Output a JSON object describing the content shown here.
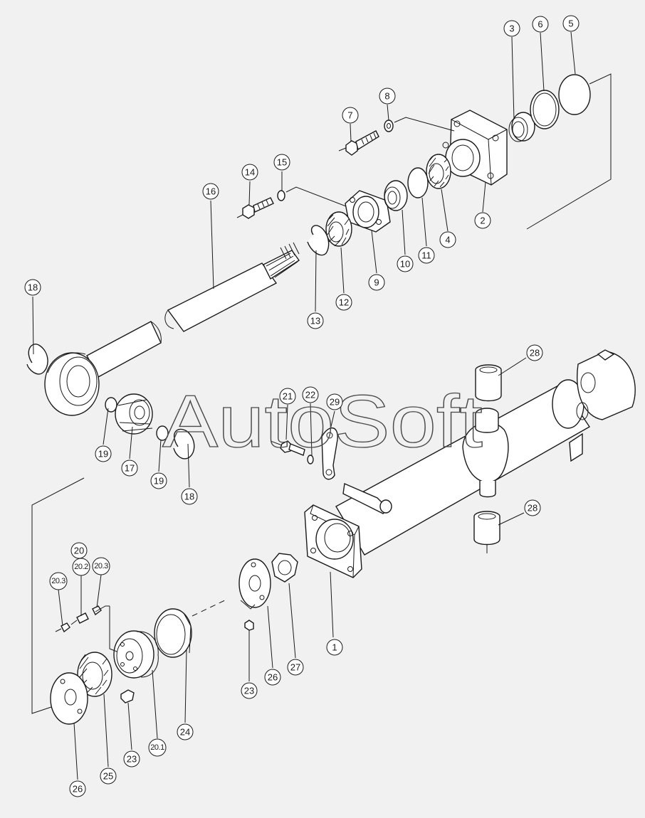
{
  "watermark": "AutoSoft",
  "callouts": [
    {
      "label": "1"
    },
    {
      "label": "2"
    },
    {
      "label": "3"
    },
    {
      "label": "4"
    },
    {
      "label": "5"
    },
    {
      "label": "6"
    },
    {
      "label": "7"
    },
    {
      "label": "8"
    },
    {
      "label": "9"
    },
    {
      "label": "10"
    },
    {
      "label": "11"
    },
    {
      "label": "12"
    },
    {
      "label": "13"
    },
    {
      "label": "14"
    },
    {
      "label": "15"
    },
    {
      "label": "16"
    },
    {
      "label": "17"
    },
    {
      "label": "18"
    },
    {
      "label": "18"
    },
    {
      "label": "19"
    },
    {
      "label": "19"
    },
    {
      "label": "20"
    },
    {
      "label": "20.1"
    },
    {
      "label": "20.2"
    },
    {
      "label": "20.3"
    },
    {
      "label": "20.3"
    },
    {
      "label": "21"
    },
    {
      "label": "22"
    },
    {
      "label": "23"
    },
    {
      "label": "23"
    },
    {
      "label": "24"
    },
    {
      "label": "25"
    },
    {
      "label": "26"
    },
    {
      "label": "26"
    },
    {
      "label": "27"
    },
    {
      "label": "28"
    },
    {
      "label": "28"
    },
    {
      "label": "29"
    }
  ]
}
